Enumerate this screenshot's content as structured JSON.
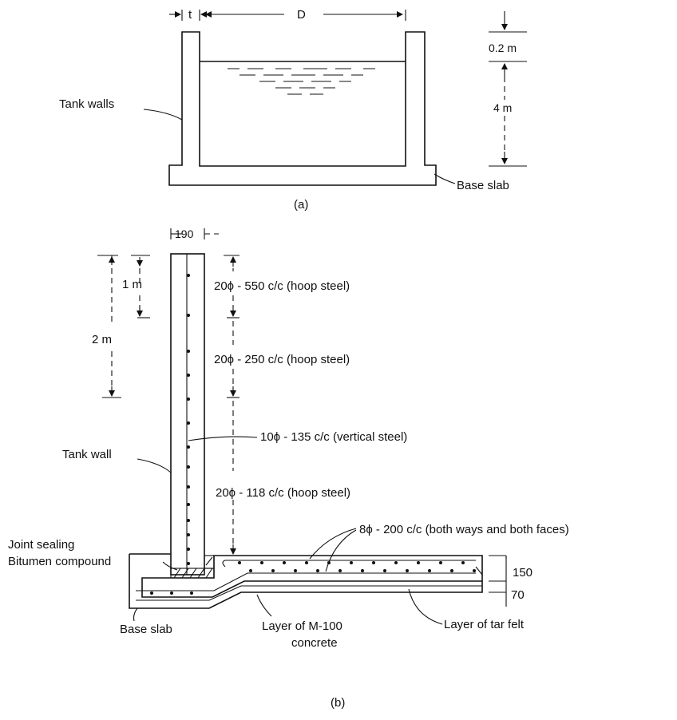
{
  "figure_a": {
    "dim_t": "t",
    "dim_d": "D",
    "dim_freeboard": "0.2 m",
    "dim_depth": "4 m",
    "label_tank_walls": "Tank walls",
    "label_base_slab": "Base slab",
    "caption": "(a)"
  },
  "figure_b": {
    "dim_wall_thickness": "190",
    "dim_1m": "1 m",
    "dim_2m": "2 m",
    "steel_hoop_top": "20ϕ - 550 c/c (hoop steel)",
    "steel_hoop_mid": "20ϕ - 250 c/c (hoop steel)",
    "steel_vertical": "10ϕ - 135 c/c (vertical steel)",
    "steel_hoop_bottom": "20ϕ - 118 c/c (hoop steel)",
    "steel_slab": "8ϕ - 200 c/c (both ways and both faces)",
    "label_tank_wall": "Tank wall",
    "label_joint_line1": "Joint sealing",
    "label_joint_line2": "Bitumen compound",
    "dim_slab_150": "150",
    "dim_slab_70": "70",
    "label_base_slab": "Base slab",
    "label_m100_line1": "Layer of M-100",
    "label_m100_line2": "concrete",
    "label_tar_felt": "Layer of tar felt",
    "caption": "(b)"
  }
}
